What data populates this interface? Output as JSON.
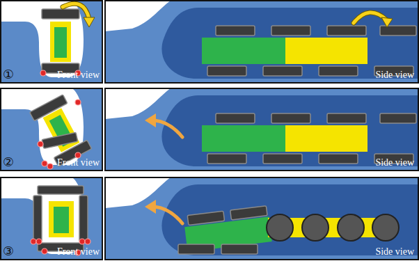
{
  "diagram": {
    "labels": [
      "①",
      "Front view",
      "Side view",
      "②",
      "Front view",
      "Side view",
      "③",
      "Front view",
      "Side view"
    ]
  }
}
